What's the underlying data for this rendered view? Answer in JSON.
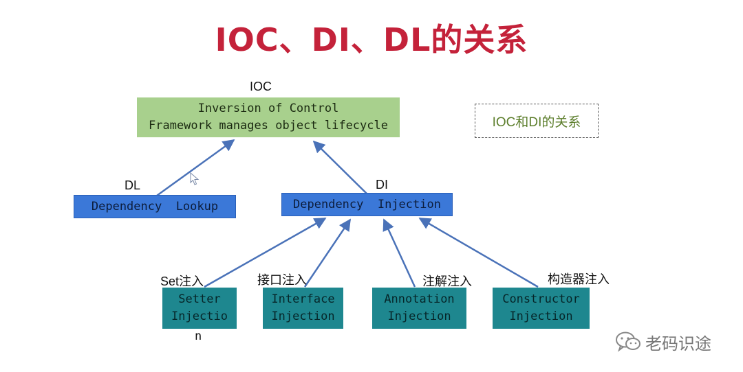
{
  "title": "IOC、DI、DL的关系",
  "labels": {
    "ioc": "IOC",
    "dl": "DL",
    "di": "DI",
    "setter": "Set注入",
    "interface": "接口注入",
    "annotation": "注解注入",
    "constructor": "构造器注入"
  },
  "boxes": {
    "ioc": [
      "Inversion of Control",
      "Framework manages object lifecycle"
    ],
    "dl": "Dependency  Lookup",
    "di": "Dependency  Injection",
    "setter": [
      "Setter",
      "Injectio"
    ],
    "setter_tail": "n",
    "interface": [
      "Interface",
      "Injection"
    ],
    "annotation": [
      "Annotation",
      "Injection"
    ],
    "constructor": [
      "Constructor",
      "Injection"
    ]
  },
  "note": "IOC和DI的关系",
  "watermark": "老码识途",
  "colors": {
    "title": "#c4223a",
    "ioc_box": "#a8d08d",
    "blue_box": "#3b78d8",
    "teal_box": "#1e878f",
    "arrow": "#4a72b8",
    "note_text": "#5b7d2a"
  },
  "icons": {
    "watermark": "wechat-icon",
    "cursor": "mouse-pointer-icon"
  }
}
